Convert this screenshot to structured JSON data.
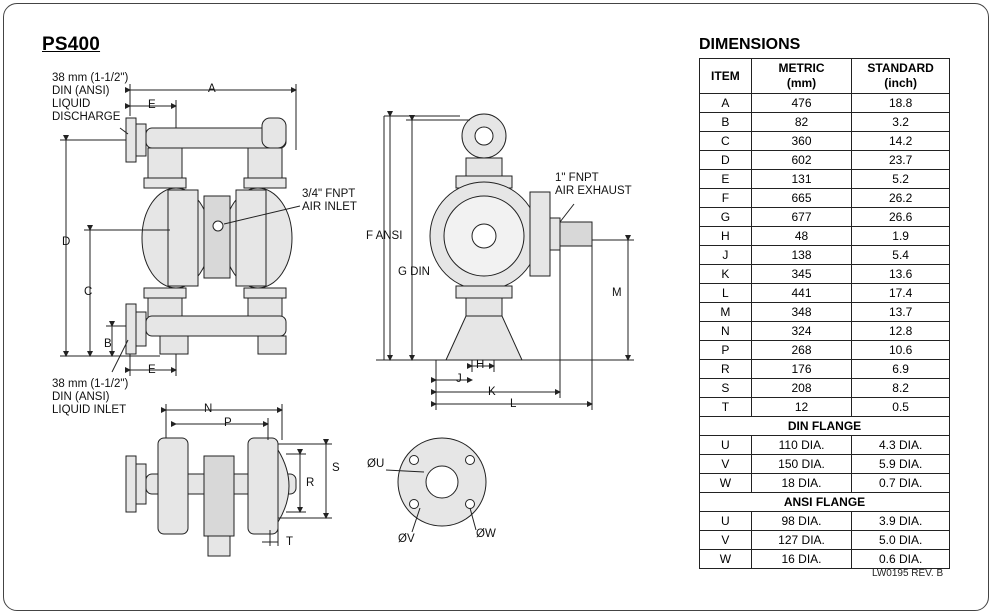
{
  "title": "PS400",
  "labels": {
    "discharge": [
      "38 mm (1-1/2\")",
      "DIN (ANSI)",
      "LIQUID",
      "DISCHARGE"
    ],
    "inlet": [
      "38 mm (1-1/2\")",
      "DIN (ANSI)",
      "LIQUID INLET"
    ],
    "air_inlet": [
      "3/4\" FNPT",
      "AIR INLET"
    ],
    "air_exhaust": [
      "1\" FNPT",
      "AIR EXHAUST"
    ],
    "dim_a": "A",
    "dim_b": "B",
    "dim_c": "C",
    "dim_d": "D",
    "dim_e": "E",
    "dim_f": "F ANSI",
    "dim_g": "G DIN",
    "dim_h": "H",
    "dim_j": "J",
    "dim_k": "K",
    "dim_l": "L",
    "dim_m": "M",
    "dim_n": "N",
    "dim_p": "P",
    "dim_r": "R",
    "dim_s": "S",
    "dim_t": "T",
    "dim_u": "ØU",
    "dim_v": "ØV",
    "dim_w": "ØW"
  },
  "dimensions": {
    "title": "DIMENSIONS",
    "headers": {
      "item": "ITEM",
      "metric": [
        "METRIC",
        "(mm)"
      ],
      "standard": [
        "STANDARD",
        "(inch)"
      ]
    },
    "rows": [
      [
        "A",
        "476",
        "18.8"
      ],
      [
        "B",
        "82",
        "3.2"
      ],
      [
        "C",
        "360",
        "14.2"
      ],
      [
        "D",
        "602",
        "23.7"
      ],
      [
        "E",
        "131",
        "5.2"
      ],
      [
        "F",
        "665",
        "26.2"
      ],
      [
        "G",
        "677",
        "26.6"
      ],
      [
        "H",
        "48",
        "1.9"
      ],
      [
        "J",
        "138",
        "5.4"
      ],
      [
        "K",
        "345",
        "13.6"
      ],
      [
        "L",
        "441",
        "17.4"
      ],
      [
        "M",
        "348",
        "13.7"
      ],
      [
        "N",
        "324",
        "12.8"
      ],
      [
        "P",
        "268",
        "10.6"
      ],
      [
        "R",
        "176",
        "6.9"
      ],
      [
        "S",
        "208",
        "8.2"
      ],
      [
        "T",
        "12",
        "0.5"
      ]
    ],
    "din_title": "DIN FLANGE",
    "din_rows": [
      [
        "U",
        "110 DIA.",
        "4.3 DIA."
      ],
      [
        "V",
        "150 DIA.",
        "5.9 DIA."
      ],
      [
        "W",
        "18 DIA.",
        "0.7 DIA."
      ]
    ],
    "ansi_title": "ANSI FLANGE",
    "ansi_rows": [
      [
        "U",
        "98 DIA.",
        "3.9 DIA."
      ],
      [
        "V",
        "127 DIA.",
        "5.0 DIA."
      ],
      [
        "W",
        "16 DIA.",
        "0.6 DIA."
      ]
    ]
  },
  "revision": "LW0195 REV. B"
}
